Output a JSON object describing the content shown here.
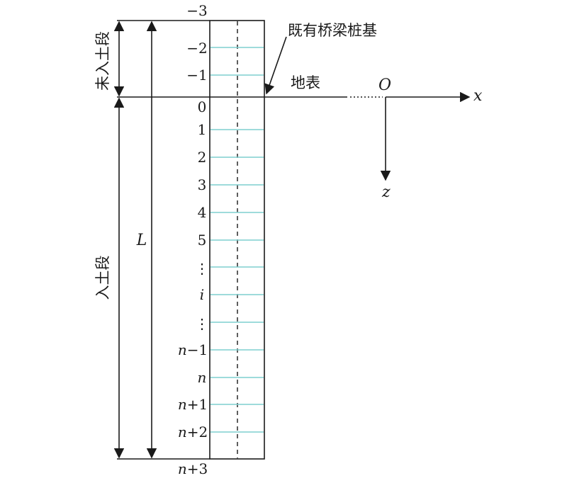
{
  "labels": {
    "unburied_segment": "未入土段",
    "buried_segment": "入土段",
    "pile": "既有桥梁桩基",
    "ground": "地表",
    "origin": "O",
    "x_axis": "x",
    "z_axis": "z",
    "length": "L"
  },
  "nodes": {
    "n_neg3": "−3",
    "n_neg2": "−2",
    "n_neg1": "−1",
    "n0": "0",
    "n1": "1",
    "n2": "2",
    "n3": "3",
    "n4": "4",
    "n5": "5",
    "vdots1": "⋮",
    "ni": "i",
    "vdots2": "⋮",
    "nm1_var": "n",
    "nm1_suffix": "−1",
    "nn": "n",
    "np1_var": "n",
    "np1_suffix": "+1",
    "np2_var": "n",
    "np2_suffix": "+2",
    "np3_var": "n",
    "np3_suffix": "+3"
  },
  "colors": {
    "segment_lines": "#7fcfcf",
    "lines": "#1a1a1a"
  }
}
